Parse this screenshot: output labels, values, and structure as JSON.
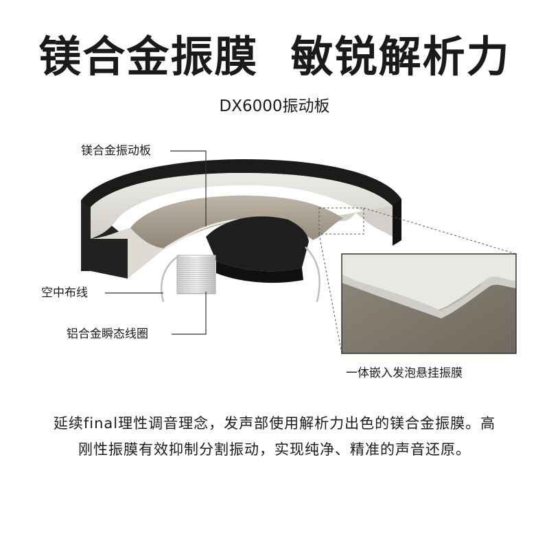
{
  "headline": "镁合金振膜  敏锐解析力",
  "model": "DX6000振动板",
  "labels": {
    "diaphragm": "镁合金振动板",
    "wiring": "空中布线",
    "coil": "铝合金瞬态线圈",
    "suspension": "一体嵌入发泡悬挂振膜"
  },
  "description": "延续final理性调音理念，发声部使用解析力出色的镁合金振膜。高刚性振膜有效抑制分割振动，实现纯净、精准的声音还原。"
}
